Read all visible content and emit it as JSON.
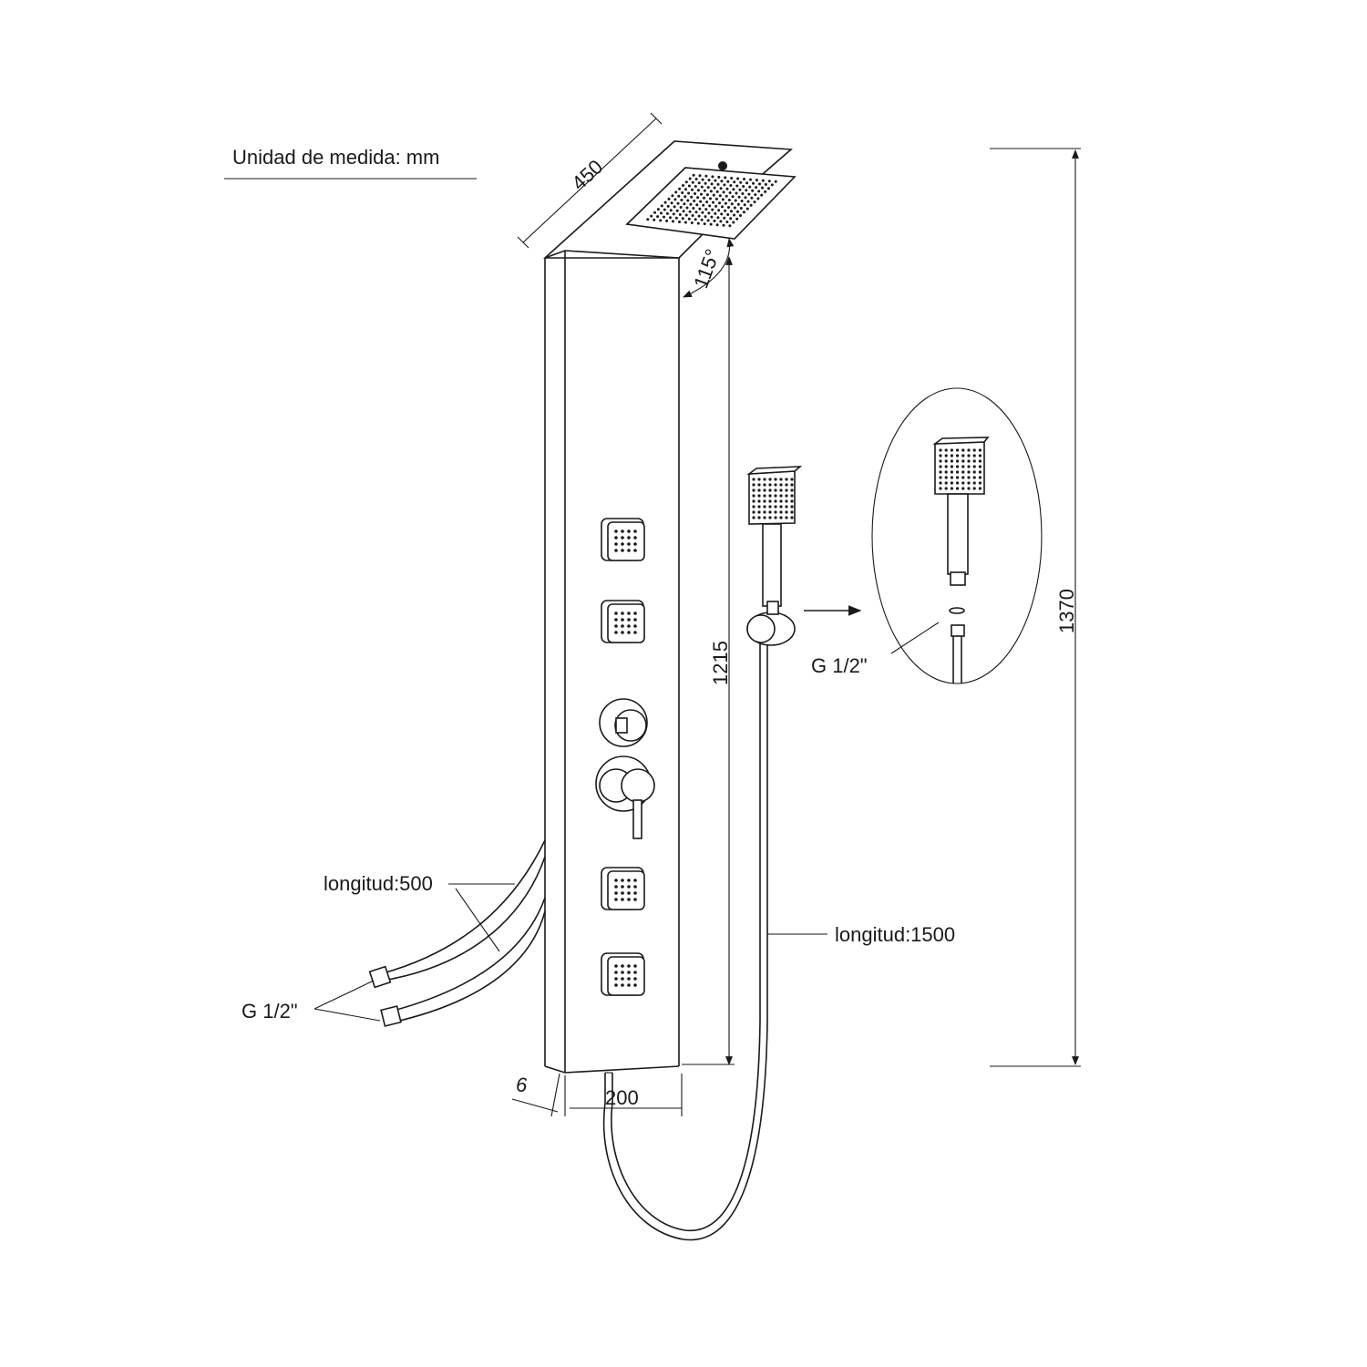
{
  "title": "Unidad de medida: mm",
  "dimensions": {
    "rain_head_width": "450",
    "tilt_angle": "115°",
    "panel_height": "1215",
    "total_height": "1370",
    "panel_width": "200",
    "panel_thickness": "6"
  },
  "hoses": {
    "inlet_length_label": "longitud:500",
    "inlet_thread_label": "G 1/2\"",
    "hand_hose_length_label": "longitud:1500"
  },
  "detail": {
    "thread_label": "G 1/2\""
  },
  "colors": {
    "ink": "#1a1a1a",
    "paper": "#ffffff"
  }
}
